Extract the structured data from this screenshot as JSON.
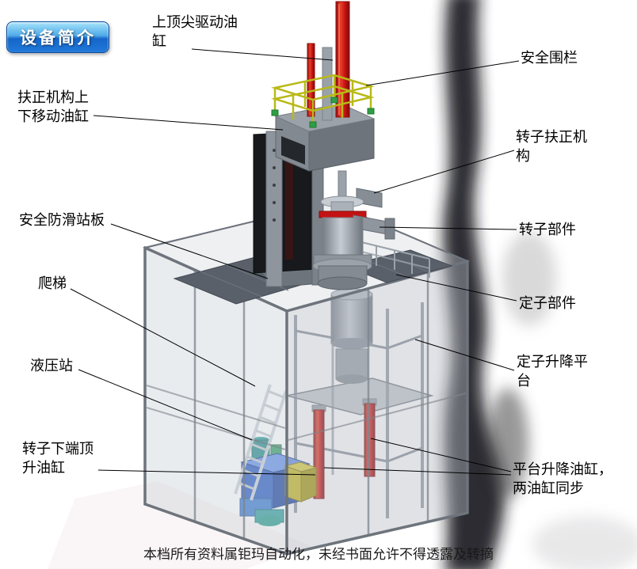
{
  "title_badge": {
    "label": "设备简介"
  },
  "labels": [
    {
      "id": "top-drive-cylinder",
      "text": "上顶尖驱动油缸"
    },
    {
      "id": "safety-fence",
      "text": "安全围栏"
    },
    {
      "id": "centering-lift-cylinder",
      "text": "扶正机构上下移动油缸"
    },
    {
      "id": "rotor-centering-mech",
      "text": "转子扶正机构"
    },
    {
      "id": "antislip-plate",
      "text": "安全防滑站板"
    },
    {
      "id": "rotor-part",
      "text": "转子部件"
    },
    {
      "id": "ladder",
      "text": "爬梯"
    },
    {
      "id": "stator-part",
      "text": "定子部件"
    },
    {
      "id": "hydraulic-station",
      "text": "液压站"
    },
    {
      "id": "stator-lift-platform",
      "text": "定子升降平台"
    },
    {
      "id": "rotor-bottom-jack",
      "text": "转子下端顶升油缸"
    },
    {
      "id": "platform-lift-cylinders",
      "text": "平台升降油缸，两油缸同步"
    }
  ],
  "watermark": "本档所有资料属钜玛自动化，未经书面允许不得透露及转摘",
  "colors": {
    "badge_blue_top": "#a6e4fa",
    "badge_blue_bottom": "#1565c8",
    "cylinder_red": "#c81414",
    "railing_yellow": "#b9b918",
    "railing_cap_green": "#2f9e44",
    "hydraulic_blue": "#2f5fc4",
    "hydraulic_yellow": "#cabc22",
    "pump_teal": "#2e8f8f",
    "frame_gray": "#868d95",
    "platform_dark": "#59606a",
    "shadow_black": "#18181a"
  }
}
